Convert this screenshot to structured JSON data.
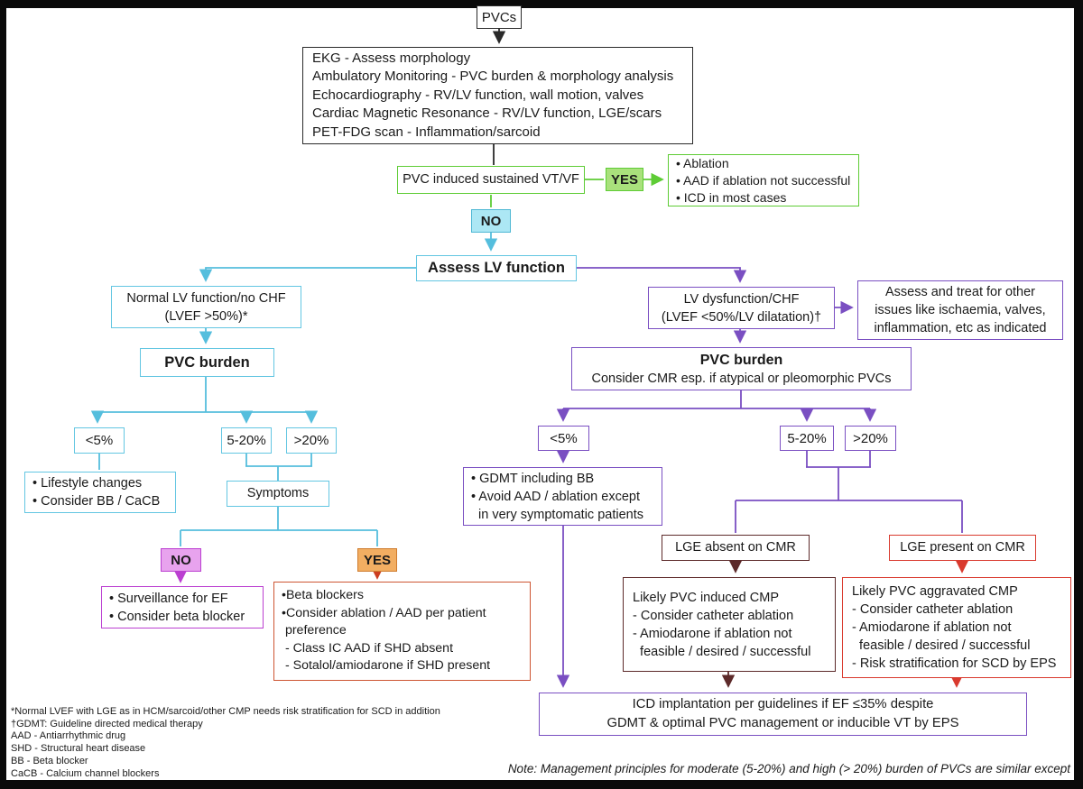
{
  "palette": {
    "cyan": "#63c6e2",
    "green": "#5ecc35",
    "purple": "#7a4fc2",
    "magenta": "#bb3fd1",
    "orange_fill": "#f2ae62",
    "orange_border": "#cf7c2e",
    "red_orange": "#cd5532",
    "dark_red": "#5d2a2a",
    "red": "#d93a2e",
    "black": "#2a2a2a",
    "cyan_fill": "#ace7f4",
    "green_fill": "#a9e17c",
    "magenta_fill": "#e8a3ee"
  },
  "nodes": {
    "pvcs": "PVCs",
    "workup": "EKG - Assess morphology\nAmbulatory Monitoring - PVC burden & morphology analysis\nEchocardiography - RV/LV function, wall motion, valves\nCardiac Magnetic Resonance - RV/LV function, LGE/scars\nPET-FDG scan - Inflammation/sarcoid",
    "vtvf": "PVC induced sustained VT/VF",
    "yes1": "YES",
    "vtvf_yes_outcome": "• Ablation\n• AAD if ablation not successful\n• ICD in most cases",
    "no1": "NO",
    "assess_lv": "Assess LV function",
    "normal_lv": "Normal LV function/no CHF\n(LVEF >50%)*",
    "pvc_burden_left": "PVC burden",
    "left_lt5": "<5%",
    "left_5_20": "5-20%",
    "left_gt20": ">20%",
    "lifestyle": "• Lifestyle changes\n• Consider BB / CaCB",
    "symptoms": "Symptoms",
    "no2": "NO",
    "yes2": "YES",
    "surveillance": "• Surveillance for EF\n• Consider beta blocker",
    "beta_blockers": "•Beta blockers\n•Consider ablation / AAD per patient\n preference\n - Class IC AAD if SHD absent\n - Sotalol/amiodarone if SHD present",
    "lv_dysfunction": "LV dysfunction/CHF\n(LVEF <50%/LV dilatation)†",
    "assess_treat": "Assess and treat for other\nissues like ischaemia, valves,\ninflammation, etc as indicated",
    "pvc_burden_right_title": "PVC burden",
    "pvc_burden_right_sub": "Consider CMR esp. if atypical or pleomorphic PVCs",
    "right_lt5": "<5%",
    "right_5_20": "5-20%",
    "right_gt20": ">20%",
    "gdmt": "• GDMT including BB\n• Avoid AAD / ablation except\n  in very symptomatic patients",
    "lge_absent": "LGE absent on CMR",
    "lge_present": "LGE present on CMR",
    "pvc_induced": "Likely PVC induced CMP\n- Consider catheter ablation\n- Amiodarone if ablation not\n  feasible / desired / successful",
    "pvc_aggravated": "Likely PVC aggravated CMP\n- Consider catheter ablation\n- Amiodarone if ablation not\n  feasible / desired / successful\n- Risk stratification for SCD by EPS",
    "icd": "ICD implantation per guidelines if EF ≤35% despite\nGDMT & optimal PVC management or inducible VT by EPS"
  },
  "footnotes": [
    "*Normal LVEF with LGE as in HCM/sarcoid/other CMP needs risk stratification for SCD in addition",
    "†GDMT: Guideline directed medical therapy",
    "AAD - Antiarrhythmic drug",
    "SHD - Structural heart disease",
    "BB - Beta blocker",
    "CaCB - Calcium channel blockers"
  ],
  "note": "Note: Management principles for moderate (5-20%) and high (> 20%) burden of PVCs are similar except"
}
